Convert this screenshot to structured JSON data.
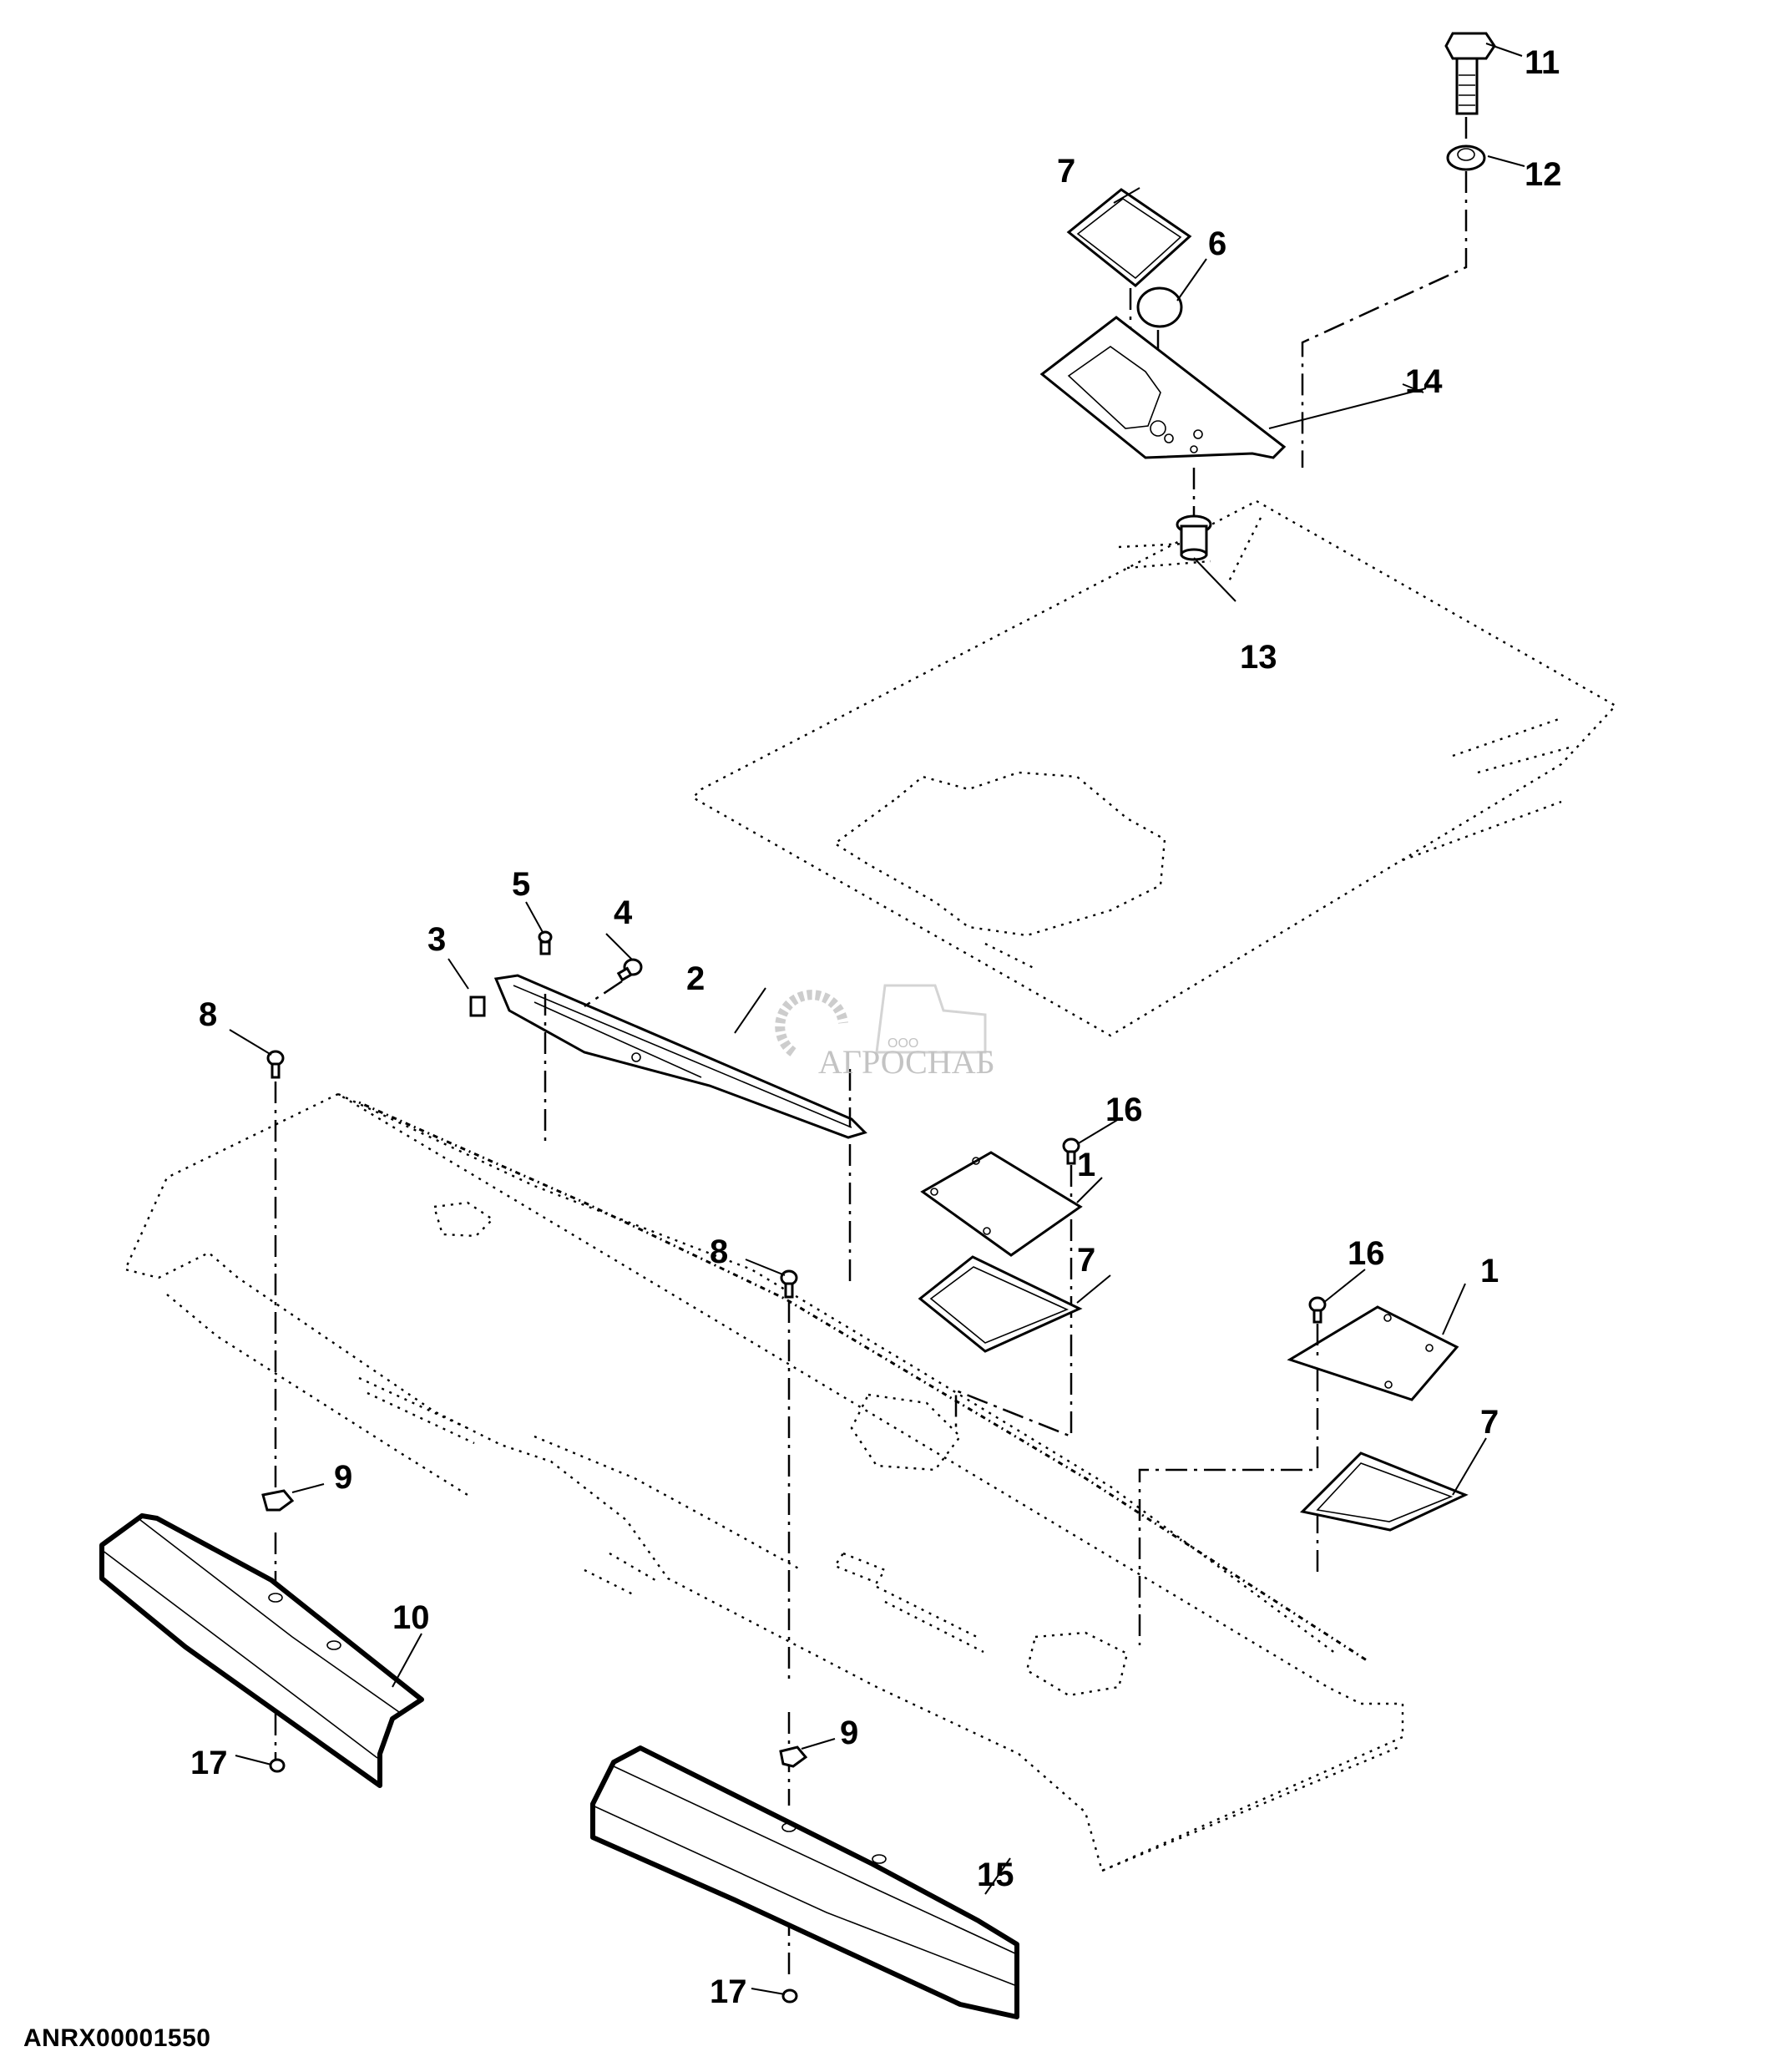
{
  "figure": {
    "id": "ANRX00001550",
    "type": "exploded parts diagram"
  },
  "watermark": {
    "prefix": "ООО",
    "name": "АГРОСНАБ"
  },
  "callouts": [
    {
      "id": "c11",
      "label": "11",
      "part": "bolt"
    },
    {
      "id": "c12",
      "label": "12",
      "part": "washer"
    },
    {
      "id": "c7a",
      "label": "7",
      "part": "gasket"
    },
    {
      "id": "c6",
      "label": "6",
      "part": "plug"
    },
    {
      "id": "c14",
      "label": "14",
      "part": "cover plate"
    },
    {
      "id": "c13",
      "label": "13",
      "part": "grommet"
    },
    {
      "id": "c5",
      "label": "5",
      "part": "screw"
    },
    {
      "id": "c4",
      "label": "4",
      "part": "screw"
    },
    {
      "id": "c3",
      "label": "3",
      "part": "clip nut"
    },
    {
      "id": "c2",
      "label": "2",
      "part": "bracket"
    },
    {
      "id": "c8a",
      "label": "8",
      "part": "screw"
    },
    {
      "id": "c16a",
      "label": "16",
      "part": "screw"
    },
    {
      "id": "c1a",
      "label": "1",
      "part": "cover plate"
    },
    {
      "id": "c8b",
      "label": "8",
      "part": "screw"
    },
    {
      "id": "c7b",
      "label": "7",
      "part": "gasket"
    },
    {
      "id": "c16b",
      "label": "16",
      "part": "screw"
    },
    {
      "id": "c1b",
      "label": "1",
      "part": "cover plate"
    },
    {
      "id": "c7c",
      "label": "7",
      "part": "gasket"
    },
    {
      "id": "c9a",
      "label": "9",
      "part": "clip nut"
    },
    {
      "id": "c10",
      "label": "10",
      "part": "shield"
    },
    {
      "id": "c9b",
      "label": "9",
      "part": "clip nut"
    },
    {
      "id": "c17a",
      "label": "17",
      "part": "nut"
    },
    {
      "id": "c15",
      "label": "15",
      "part": "shield"
    },
    {
      "id": "c17b",
      "label": "17",
      "part": "nut"
    }
  ]
}
